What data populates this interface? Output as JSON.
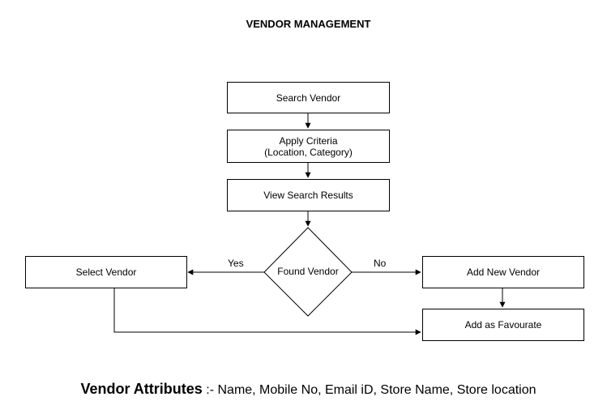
{
  "title": "VENDOR MANAGEMENT",
  "nodes": {
    "search_vendor": "Search Vendor",
    "apply_criteria": [
      "Apply Criteria",
      "(Location, Category)"
    ],
    "view_results": "View Search Results",
    "found_vendor": "Found Vendor",
    "select_vendor": "Select Vendor",
    "add_new_vendor": "Add New Vendor",
    "add_favourate": "Add as Favourate"
  },
  "edges": {
    "yes": "Yes",
    "no": "No"
  },
  "footer": {
    "heading": "Vendor Attributes",
    "text": ":- Name, Mobile No, Email iD, Store Name, Store location"
  }
}
